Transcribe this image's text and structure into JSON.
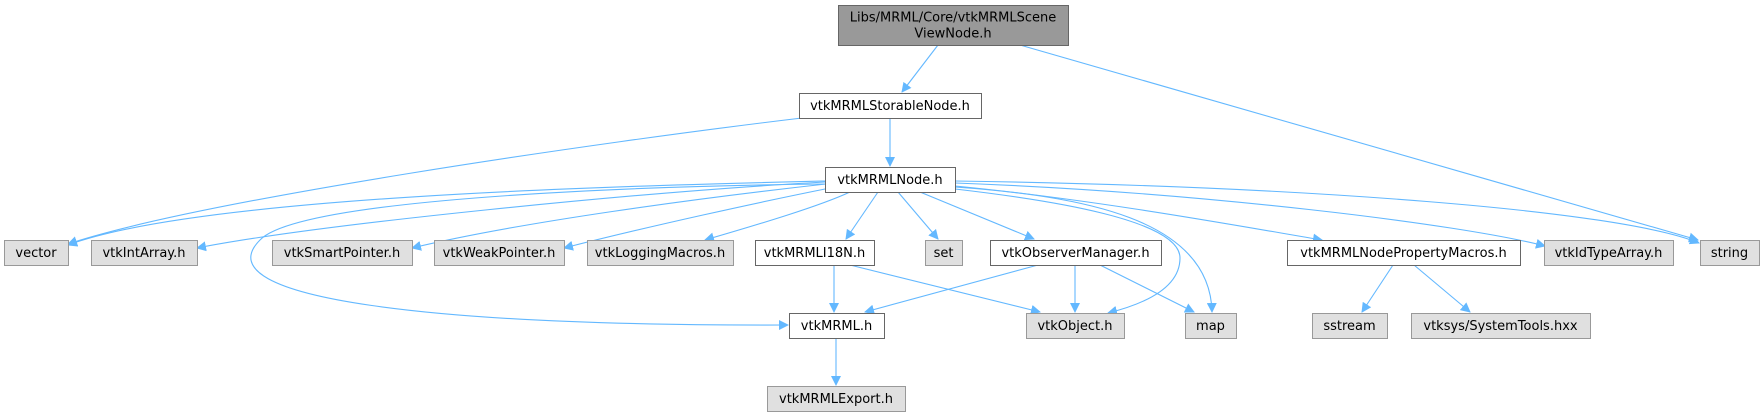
{
  "graph": {
    "title": "Include dependency graph for vtkMRMLSceneViewNode.h",
    "colors": {
      "root_fill": "#999999",
      "root_stroke": "#666666",
      "internal_fill": "#ffffff",
      "internal_stroke": "#666666",
      "external_fill": "#e0e0e0",
      "external_stroke": "#999999",
      "edge": "#63b8ff"
    },
    "nodes": [
      {
        "id": "root",
        "lines": [
          "Libs/MRML/Core/vtkMRMLScene",
          "ViewNode.h"
        ],
        "kind": "root"
      },
      {
        "id": "storable",
        "lines": [
          "vtkMRMLStorableNode.h"
        ],
        "kind": "internal"
      },
      {
        "id": "node",
        "lines": [
          "vtkMRMLNode.h"
        ],
        "kind": "internal"
      },
      {
        "id": "vector",
        "lines": [
          "vector"
        ],
        "kind": "external"
      },
      {
        "id": "intarray",
        "lines": [
          "vtkIntArray.h"
        ],
        "kind": "external"
      },
      {
        "id": "smartptr",
        "lines": [
          "vtkSmartPointer.h"
        ],
        "kind": "external"
      },
      {
        "id": "weakptr",
        "lines": [
          "vtkWeakPointer.h"
        ],
        "kind": "external"
      },
      {
        "id": "logging",
        "lines": [
          "vtkLoggingMacros.h"
        ],
        "kind": "external"
      },
      {
        "id": "i18n",
        "lines": [
          "vtkMRMLI18N.h"
        ],
        "kind": "internal"
      },
      {
        "id": "set",
        "lines": [
          "set"
        ],
        "kind": "external"
      },
      {
        "id": "observer",
        "lines": [
          "vtkObserverManager.h"
        ],
        "kind": "internal"
      },
      {
        "id": "propmacros",
        "lines": [
          "vtkMRMLNodePropertyMacros.h"
        ],
        "kind": "internal"
      },
      {
        "id": "idtype",
        "lines": [
          "vtkIdTypeArray.h"
        ],
        "kind": "external"
      },
      {
        "id": "string",
        "lines": [
          "string"
        ],
        "kind": "external"
      },
      {
        "id": "mrml",
        "lines": [
          "vtkMRML.h"
        ],
        "kind": "internal"
      },
      {
        "id": "object",
        "lines": [
          "vtkObject.h"
        ],
        "kind": "external"
      },
      {
        "id": "map",
        "lines": [
          "map"
        ],
        "kind": "external"
      },
      {
        "id": "sstream",
        "lines": [
          "sstream"
        ],
        "kind": "external"
      },
      {
        "id": "systools",
        "lines": [
          "vtksys/SystemTools.hxx"
        ],
        "kind": "external"
      },
      {
        "id": "export",
        "lines": [
          "vtkMRMLExport.h"
        ],
        "kind": "external"
      }
    ],
    "edges": [
      {
        "from": "root",
        "to": "storable"
      },
      {
        "from": "root",
        "to": "string"
      },
      {
        "from": "storable",
        "to": "node"
      },
      {
        "from": "storable",
        "to": "vector"
      },
      {
        "from": "node",
        "to": "vector"
      },
      {
        "from": "node",
        "to": "intarray"
      },
      {
        "from": "node",
        "to": "smartptr"
      },
      {
        "from": "node",
        "to": "weakptr"
      },
      {
        "from": "node",
        "to": "logging"
      },
      {
        "from": "node",
        "to": "i18n"
      },
      {
        "from": "node",
        "to": "set"
      },
      {
        "from": "node",
        "to": "observer"
      },
      {
        "from": "node",
        "to": "propmacros"
      },
      {
        "from": "node",
        "to": "idtype"
      },
      {
        "from": "node",
        "to": "string"
      },
      {
        "from": "node",
        "to": "mrml"
      },
      {
        "from": "node",
        "to": "object"
      },
      {
        "from": "node",
        "to": "map"
      },
      {
        "from": "i18n",
        "to": "mrml"
      },
      {
        "from": "i18n",
        "to": "object"
      },
      {
        "from": "observer",
        "to": "mrml"
      },
      {
        "from": "observer",
        "to": "object"
      },
      {
        "from": "observer",
        "to": "map"
      },
      {
        "from": "propmacros",
        "to": "sstream"
      },
      {
        "from": "propmacros",
        "to": "systools"
      },
      {
        "from": "mrml",
        "to": "export"
      }
    ]
  }
}
